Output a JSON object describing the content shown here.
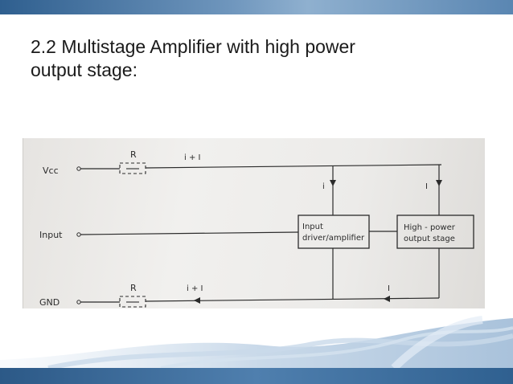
{
  "slide": {
    "title_line1": "2.2 Multistage Amplifier with high power",
    "title_line2": "output stage:"
  },
  "diagram": {
    "vcc_label": "Vcc",
    "input_label": "Input",
    "gnd_label": "GND",
    "resistor_top_label": "R",
    "resistor_bottom_label": "R",
    "current_top_total": "i + I",
    "current_bottom_total": "i + I",
    "current_driver": "i",
    "current_output": "I",
    "current_output_bottom": "I",
    "driver_block_line1": "Input",
    "driver_block_line2": "driver/amplifier",
    "output_block_line1": "High - power",
    "output_block_line2": "output stage"
  },
  "colors": {
    "top_bar": "#4f7fae",
    "bottom_bar": "#3d6d9c",
    "ink": "#2b2b2b"
  }
}
